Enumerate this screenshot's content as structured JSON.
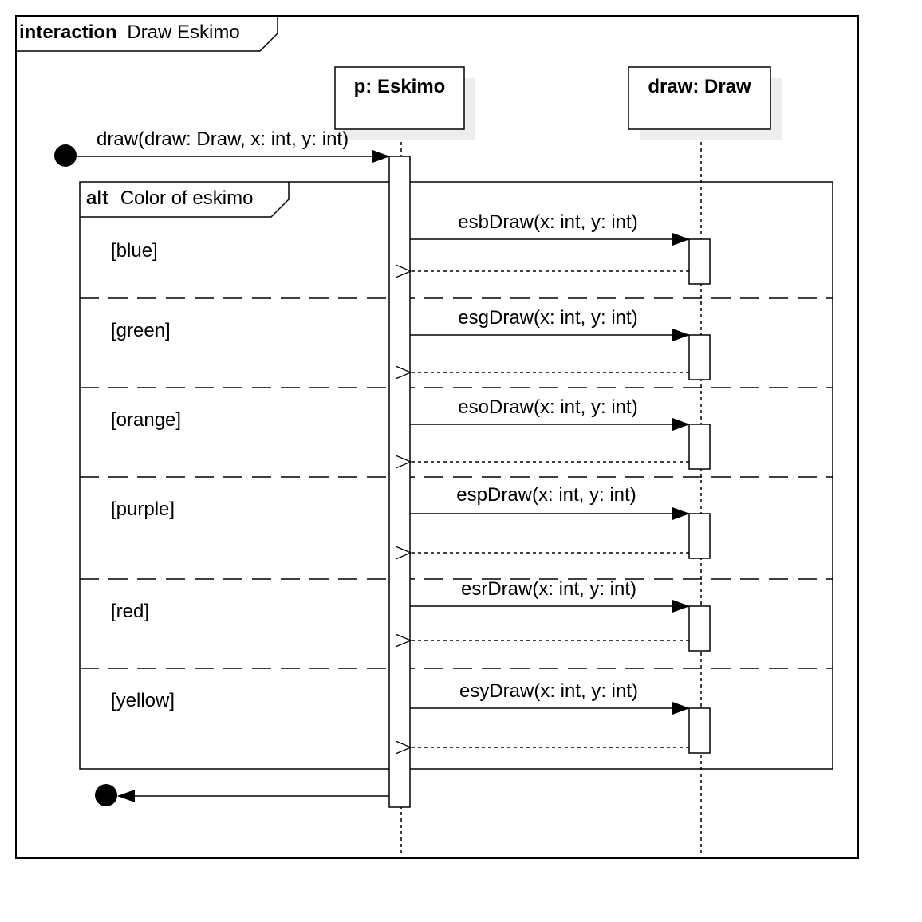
{
  "frame": {
    "keyword": "interaction",
    "name": "Draw Eskimo"
  },
  "lifelines": [
    {
      "label": "p: Eskimo"
    },
    {
      "label": "draw: Draw"
    }
  ],
  "found_message": {
    "label": "draw(draw: Draw, x: int, y: int)"
  },
  "alt_fragment": {
    "keyword": "alt",
    "name": "Color of eskimo",
    "operands": [
      {
        "guard": "[blue]",
        "call": "esbDraw(x: int, y: int)"
      },
      {
        "guard": "[green]",
        "call": "esgDraw(x: int, y: int)"
      },
      {
        "guard": "[orange]",
        "call": "esoDraw(x: int, y: int)"
      },
      {
        "guard": "[purple]",
        "call": "espDraw(x: int, y: int)"
      },
      {
        "guard": "[red]",
        "call": "esrDraw(x: int, y: int)"
      },
      {
        "guard": "[yellow]",
        "call": "esyDraw(x: int, y: int)"
      }
    ]
  }
}
